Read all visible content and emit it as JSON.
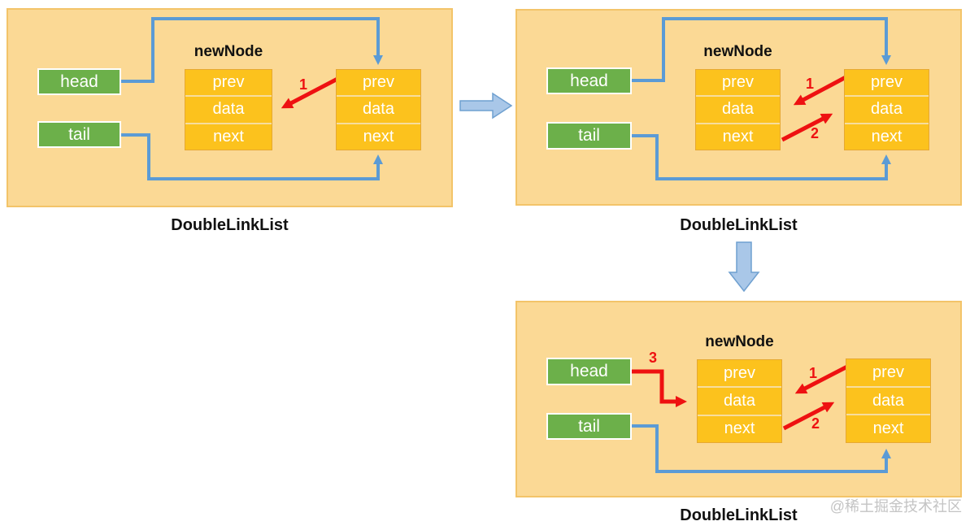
{
  "colors": {
    "panel_bg": "#fbd995",
    "panel_border": "#f3c469",
    "cell_bg": "#fcc21d",
    "green_box": "#6cb04a",
    "blue_line": "#5b9bd5",
    "block_arrow_fill": "#a9c7e8",
    "red_arrow": "#ee1111",
    "watermark_gray": "#c4c4c4"
  },
  "panels": [
    {
      "caption": "DoubleLinkList",
      "head_label": "head",
      "tail_label": "tail",
      "new_node_title": "newNode",
      "new_node_cells": [
        "prev",
        "data",
        "next"
      ],
      "right_node_cells": [
        "prev",
        "data",
        "next"
      ],
      "steps": {
        "s1": "1"
      }
    },
    {
      "caption": "DoubleLinkList",
      "head_label": "head",
      "tail_label": "tail",
      "new_node_title": "newNode",
      "new_node_cells": [
        "prev",
        "data",
        "next"
      ],
      "right_node_cells": [
        "prev",
        "data",
        "next"
      ],
      "steps": {
        "s1": "1",
        "s2": "2"
      }
    },
    {
      "caption": "DoubleLinkList",
      "head_label": "head",
      "tail_label": "tail",
      "new_node_title": "newNode",
      "new_node_cells": [
        "prev",
        "data",
        "next"
      ],
      "right_node_cells": [
        "prev",
        "data",
        "next"
      ],
      "steps": {
        "s1": "1",
        "s2": "2",
        "s3": "3"
      }
    }
  ],
  "watermark": {
    "text": "@稀土掘金技术社区"
  }
}
